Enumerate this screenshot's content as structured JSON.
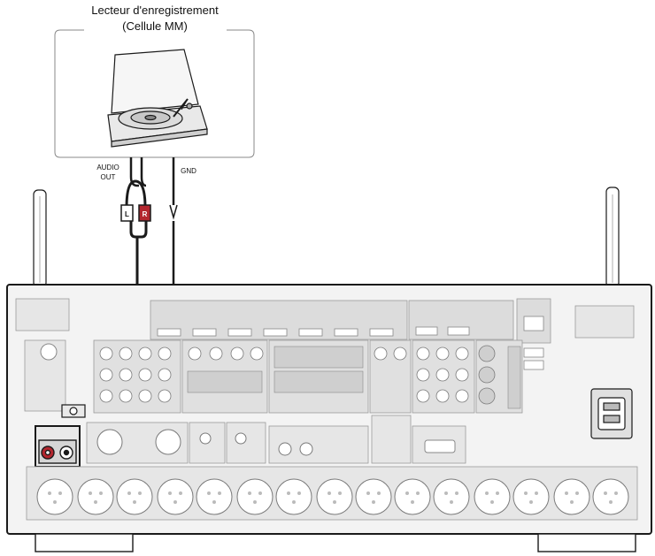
{
  "device": {
    "title_line1": "Lecteur d'enregistrement",
    "title_line2": "(Cellule MM)"
  },
  "labels": {
    "audio_out_line1": "AUDIO",
    "audio_out_line2": "OUT",
    "gnd": "GND",
    "plug_left": "L",
    "plug_right": "R"
  },
  "colors": {
    "line": "#1a1a1a",
    "panel": "#f3f3f3",
    "section": "#dcdcdc",
    "connector_fill": "#ffffff",
    "highlight_red": "#b3262e"
  }
}
